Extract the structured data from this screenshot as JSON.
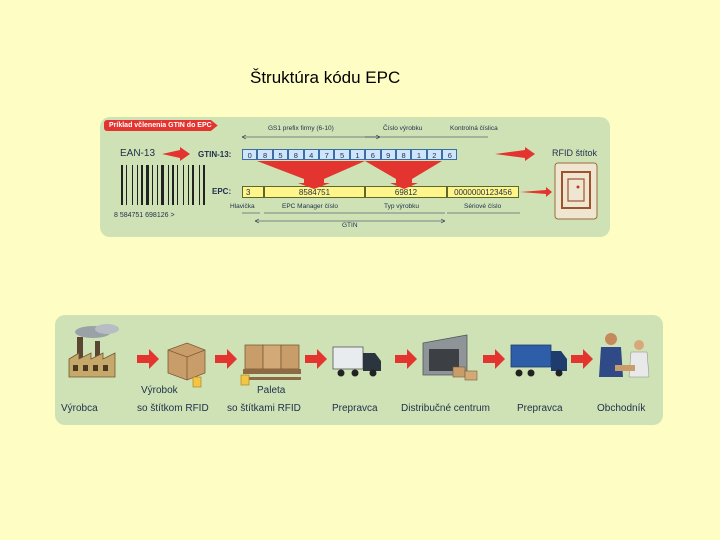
{
  "title": "Štruktúra kódu EPC",
  "top_panel": {
    "tag": "Príklad včlenenia GTIN do EPC",
    "ean_label": "EAN-13",
    "ean_digits": "8  584751  698126  >",
    "gtin_label": "GTIN-13:",
    "gtin_digits": [
      "0",
      "8",
      "5",
      "8",
      "4",
      "7",
      "5",
      "1",
      "6",
      "9",
      "8",
      "1",
      "2",
      "6"
    ],
    "brace_prefix": "GS1 prefix firmy (6-10)",
    "brace_product": "Číslo výrobku",
    "brace_check": "Kontrolná číslica",
    "epc_label": "EPC:",
    "epc_header": "3",
    "epc_manager": "8584751",
    "epc_type": "69812",
    "epc_serial": "0000000123456",
    "sub_header": "Hlavička",
    "sub_manager": "EPC Manager číslo",
    "sub_type": "Typ výrobku",
    "sub_serial": "Sériové číslo",
    "gtin_bottom": "GTIN",
    "rfid_label": "RFID štítok"
  },
  "supply_chain": {
    "steps": [
      {
        "label": "Výrobca",
        "label2": ""
      },
      {
        "label": "Výrobok",
        "label2": "so štítkom RFID"
      },
      {
        "label": "Paleta",
        "label2": "so štítkami RFID"
      },
      {
        "label": "Prepravca",
        "label2": ""
      },
      {
        "label": "Distribučné centrum",
        "label2": ""
      },
      {
        "label": "Prepravca",
        "label2": ""
      },
      {
        "label": "Obchodník",
        "label2": ""
      }
    ]
  },
  "colors": {
    "arrow": "#e3342f",
    "panel": "#cfe2b6",
    "background": "#fdfdc4",
    "cell": "#cfe5fb",
    "epc": "#fff58a"
  }
}
